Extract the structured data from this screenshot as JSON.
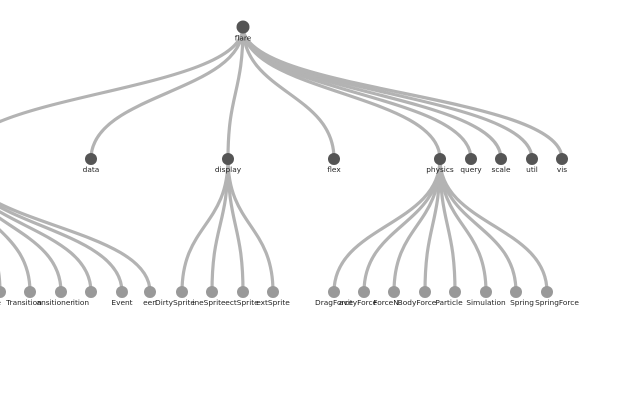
{
  "colors": {
    "background": "#ffffff",
    "link": "#b3b3b3",
    "internal_node": "#555555",
    "leaf_node": "#999999",
    "label": "#222222"
  },
  "tree": {
    "name": "flare",
    "children": [
      {
        "name": "",
        "children": [
          {
            "name": "ence"
          },
          {
            "name": "Transition"
          },
          {
            "name": "ansitioner"
          },
          {
            "name": "ition"
          },
          {
            "name": "Event"
          },
          {
            "name": "een"
          }
        ]
      },
      {
        "name": "data"
      },
      {
        "name": "display",
        "children": [
          {
            "name": "DirtySprite"
          },
          {
            "name": "ineSprite"
          },
          {
            "name": "ectSprite"
          },
          {
            "name": "extSprite"
          }
        ]
      },
      {
        "name": "flex"
      },
      {
        "name": "physics",
        "children": [
          {
            "name": "DragForce"
          },
          {
            "name": "avityForce"
          },
          {
            "name": "ForceN"
          },
          {
            "name": "BodyForce"
          },
          {
            "name": "Particle"
          },
          {
            "name": "Simulation"
          },
          {
            "name": "Spring"
          },
          {
            "name": "SpringForce"
          }
        ]
      },
      {
        "name": "query"
      },
      {
        "name": "scale"
      },
      {
        "name": "util"
      },
      {
        "name": "vis"
      }
    ]
  }
}
